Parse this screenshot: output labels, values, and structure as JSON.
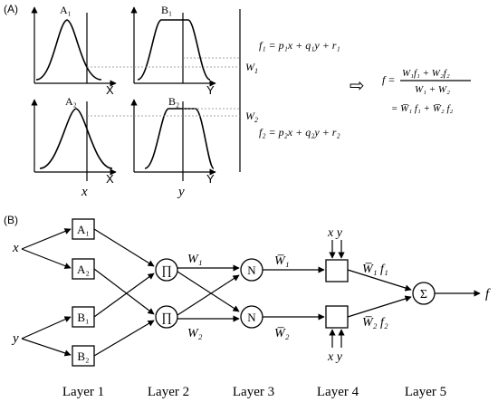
{
  "panel_a": {
    "label": "(A)",
    "mf": {
      "a1": "A₁",
      "b1": "B₁",
      "a2": "A₂",
      "b2": "B₂"
    },
    "axis_x": "X",
    "axis_y": "Y",
    "input_x": "x",
    "input_y": "y",
    "w1": "W",
    "w1_sub": "1",
    "w2": "W",
    "w2_sub": "2",
    "f1_eq": "f₁ = p₁x + q₁y + r₁",
    "f2_eq": "f₂ = p₂x + q₂y + r₂",
    "implies": "⇨",
    "f_lhs": "f =",
    "f_num": "W₁f₁ + W₂f₂",
    "f_den": "W₁ + W₂",
    "f_line2": "= W̅₁ f₁ + W̅₂ f₂"
  },
  "panel_b": {
    "label": "(B)",
    "inputs": {
      "x": "x",
      "y": "y"
    },
    "layer1_nodes": [
      "A₁",
      "A₂",
      "B₁",
      "B₂"
    ],
    "layer2_symbol": "∏",
    "layer3_symbol": "N",
    "layer5_symbol": "Σ",
    "w1": "W₁",
    "w2": "W₂",
    "wbar1": "W̅₁",
    "wbar2": "W̅₂",
    "l4_in_top": "x y",
    "l4_in_bot": "x y",
    "out1": "W̅₁ f₁",
    "out2": "W̅₂ f₂",
    "output": "f",
    "layers": [
      "Layer 1",
      "Layer 2",
      "Layer 3",
      "Layer 4",
      "Layer 5"
    ]
  }
}
